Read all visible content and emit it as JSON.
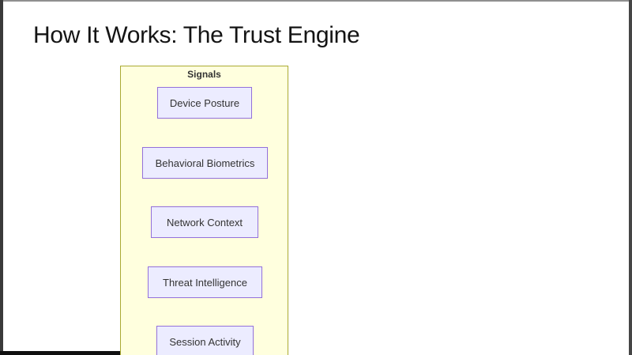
{
  "slide": {
    "title": "How It Works: The Trust Engine"
  },
  "diagram": {
    "group_label": "Signals",
    "nodes": [
      {
        "label": "Device Posture"
      },
      {
        "label": "Behavioral Biometrics"
      },
      {
        "label": "Network Context"
      },
      {
        "label": "Threat Intelligence"
      },
      {
        "label": "Session Activity"
      }
    ],
    "colors": {
      "group_fill": "#ffffde",
      "group_border": "#aaaa33",
      "node_fill": "#ececff",
      "node_border": "#9370db",
      "node_text": "#333333",
      "title_text": "#141414",
      "frame_edge": "#3a3a3a",
      "progress_bar": "#101010"
    }
  }
}
